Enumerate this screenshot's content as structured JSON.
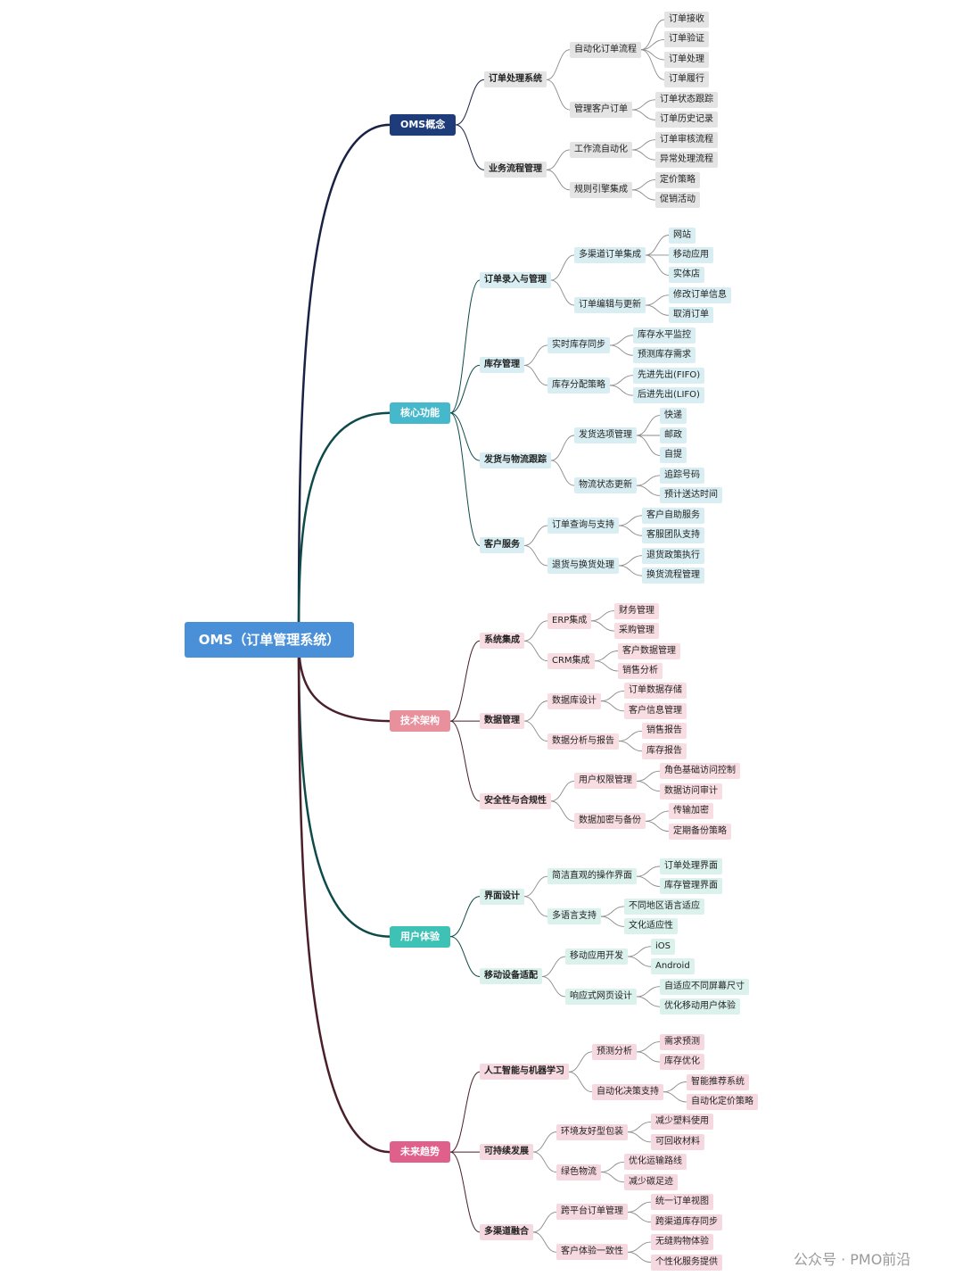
{
  "root": "OMS（订单管理系统）",
  "watermark": "公众号 · PMO前沿",
  "branches": [
    {
      "label": "OMS概念",
      "color": "#1f3c7a",
      "light": "#e4e4e4",
      "line": "#1a2244",
      "children": [
        {
          "label": "订单处理系统",
          "children": [
            {
              "label": "自动化订单流程",
              "children": [
                {
                  "label": "订单接收"
                },
                {
                  "label": "订单验证"
                },
                {
                  "label": "订单处理"
                },
                {
                  "label": "订单履行"
                }
              ]
            },
            {
              "label": "管理客户订单",
              "children": [
                {
                  "label": "订单状态跟踪"
                },
                {
                  "label": "订单历史记录"
                }
              ]
            }
          ]
        },
        {
          "label": "业务流程管理",
          "children": [
            {
              "label": "工作流自动化",
              "children": [
                {
                  "label": "订单审核流程"
                },
                {
                  "label": "异常处理流程"
                }
              ]
            },
            {
              "label": "规则引擎集成",
              "children": [
                {
                  "label": "定价策略"
                },
                {
                  "label": "促销活动"
                }
              ]
            }
          ]
        }
      ]
    },
    {
      "label": "核心功能",
      "color": "#45b8cc",
      "light": "#d9eef2",
      "line": "#0f4a4a",
      "children": [
        {
          "label": "订单录入与管理",
          "children": [
            {
              "label": "多渠道订单集成",
              "children": [
                {
                  "label": "网站"
                },
                {
                  "label": "移动应用"
                },
                {
                  "label": "实体店"
                }
              ]
            },
            {
              "label": "订单编辑与更新",
              "children": [
                {
                  "label": "修改订单信息"
                },
                {
                  "label": "取消订单"
                }
              ]
            }
          ]
        },
        {
          "label": "库存管理",
          "children": [
            {
              "label": "实时库存同步",
              "children": [
                {
                  "label": "库存水平监控"
                },
                {
                  "label": "预测库存需求"
                }
              ]
            },
            {
              "label": "库存分配策略",
              "children": [
                {
                  "label": "先进先出(FIFO)"
                },
                {
                  "label": "后进先出(LIFO)"
                }
              ]
            }
          ]
        },
        {
          "label": "发货与物流跟踪",
          "children": [
            {
              "label": "发货选项管理",
              "children": [
                {
                  "label": "快递"
                },
                {
                  "label": "邮政"
                },
                {
                  "label": "自提"
                }
              ]
            },
            {
              "label": "物流状态更新",
              "children": [
                {
                  "label": "追踪号码"
                },
                {
                  "label": "预计送达时间"
                }
              ]
            }
          ]
        },
        {
          "label": "客户服务",
          "children": [
            {
              "label": "订单查询与支持",
              "children": [
                {
                  "label": "客户自助服务"
                },
                {
                  "label": "客服团队支持"
                }
              ]
            },
            {
              "label": "退货与换货处理",
              "children": [
                {
                  "label": "退货政策执行"
                },
                {
                  "label": "换货流程管理"
                }
              ]
            }
          ]
        }
      ]
    },
    {
      "label": "技术架构",
      "color": "#e8909c",
      "light": "#f8dde2",
      "line": "#4a1f2a",
      "children": [
        {
          "label": "系统集成",
          "children": [
            {
              "label": "ERP集成",
              "children": [
                {
                  "label": "财务管理"
                },
                {
                  "label": "采购管理"
                }
              ]
            },
            {
              "label": "CRM集成",
              "children": [
                {
                  "label": "客户数据管理"
                },
                {
                  "label": "销售分析"
                }
              ]
            }
          ]
        },
        {
          "label": "数据管理",
          "children": [
            {
              "label": "数据库设计",
              "children": [
                {
                  "label": "订单数据存储"
                },
                {
                  "label": "客户信息管理"
                }
              ]
            },
            {
              "label": "数据分析与报告",
              "children": [
                {
                  "label": "销售报告"
                },
                {
                  "label": "库存报告"
                }
              ]
            }
          ]
        },
        {
          "label": "安全性与合规性",
          "children": [
            {
              "label": "用户权限管理",
              "children": [
                {
                  "label": "角色基础访问控制"
                },
                {
                  "label": "数据访问审计"
                }
              ]
            },
            {
              "label": "数据加密与备份",
              "children": [
                {
                  "label": "传输加密"
                },
                {
                  "label": "定期备份策略"
                }
              ]
            }
          ]
        }
      ]
    },
    {
      "label": "用户体验",
      "color": "#3fc2b6",
      "light": "#dbf1ec",
      "line": "#0f4a4a",
      "children": [
        {
          "label": "界面设计",
          "children": [
            {
              "label": "简洁直观的操作界面",
              "children": [
                {
                  "label": "订单处理界面"
                },
                {
                  "label": "库存管理界面"
                }
              ]
            },
            {
              "label": "多语言支持",
              "children": [
                {
                  "label": "不同地区语言适应"
                },
                {
                  "label": "文化适应性"
                }
              ]
            }
          ]
        },
        {
          "label": "移动设备适配",
          "children": [
            {
              "label": "移动应用开发",
              "children": [
                {
                  "label": "iOS"
                },
                {
                  "label": "Android"
                }
              ]
            },
            {
              "label": "响应式网页设计",
              "children": [
                {
                  "label": "自适应不同屏幕尺寸"
                },
                {
                  "label": "优化移动用户体验"
                }
              ]
            }
          ]
        }
      ]
    },
    {
      "label": "未来趋势",
      "color": "#e0608c",
      "light": "#f6d9e0",
      "line": "#4a1f2a",
      "children": [
        {
          "label": "人工智能与机器学习",
          "children": [
            {
              "label": "预测分析",
              "children": [
                {
                  "label": "需求预测"
                },
                {
                  "label": "库存优化"
                }
              ]
            },
            {
              "label": "自动化决策支持",
              "children": [
                {
                  "label": "智能推荐系统"
                },
                {
                  "label": "自动化定价策略"
                }
              ]
            }
          ]
        },
        {
          "label": "可持续发展",
          "children": [
            {
              "label": "环境友好型包装",
              "children": [
                {
                  "label": "减少塑料使用"
                },
                {
                  "label": "可回收材料"
                }
              ]
            },
            {
              "label": "绿色物流",
              "children": [
                {
                  "label": "优化运输路线"
                },
                {
                  "label": "减少碳足迹"
                }
              ]
            }
          ]
        },
        {
          "label": "多渠道融合",
          "children": [
            {
              "label": "跨平台订单管理",
              "children": [
                {
                  "label": "统一订单视图"
                },
                {
                  "label": "跨渠道库存同步"
                }
              ]
            },
            {
              "label": "客户体验一致性",
              "children": [
                {
                  "label": "无缝购物体验"
                },
                {
                  "label": "个性化服务提供"
                }
              ]
            }
          ]
        }
      ]
    }
  ]
}
